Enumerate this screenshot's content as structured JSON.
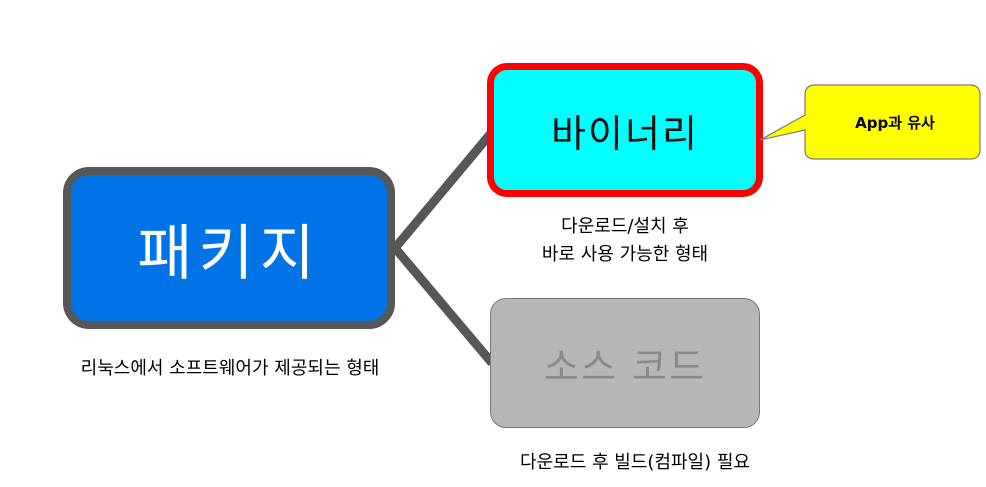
{
  "nodes": {
    "package": {
      "label": "패키지",
      "color": "#0073e6",
      "border_color": "#575757"
    },
    "binary": {
      "label": "바이너리",
      "color": "#00ffff",
      "border_color": "#ff0000"
    },
    "source": {
      "label": "소스 코드",
      "color": "#b6b6b6",
      "border_color": "#7a7a7a"
    }
  },
  "callout": {
    "text": "App과 유사",
    "color": "#ffff00"
  },
  "captions": {
    "package": "리눅스에서 소프트웨어가 제공되는 형태",
    "binary_line1": "다운로드/설치 후",
    "binary_line2": "바로 사용 가능한 형태",
    "source": "다운로드 후 빌드(컴파일) 필요"
  },
  "connector_color": "#575757"
}
